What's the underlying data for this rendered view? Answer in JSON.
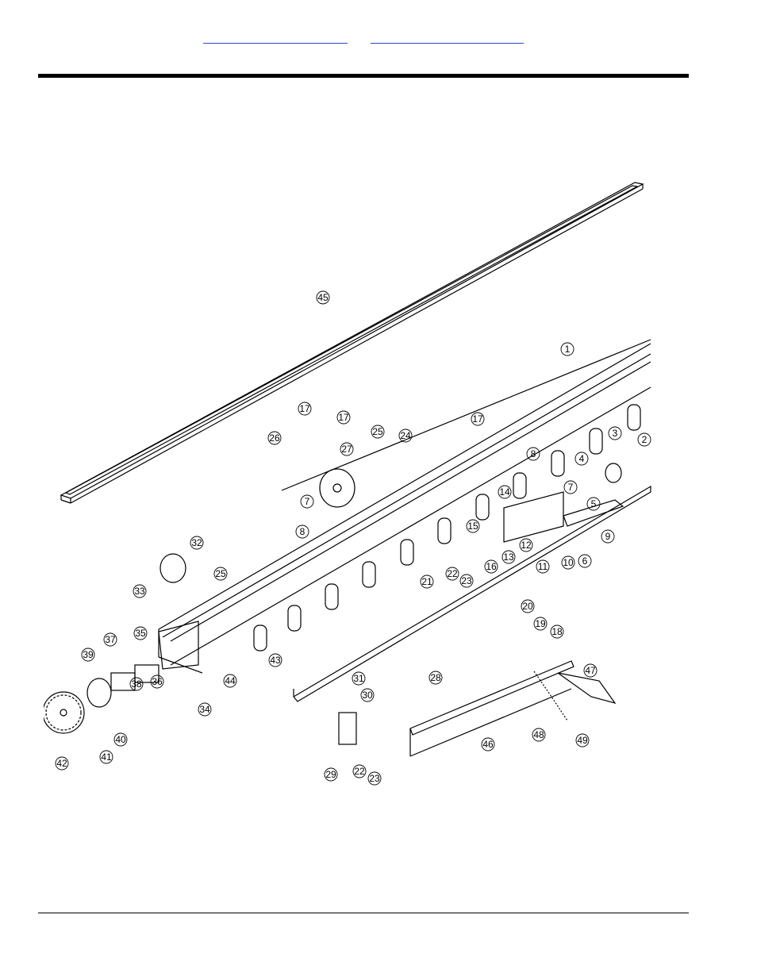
{
  "header": {
    "links": [
      "",
      ""
    ]
  },
  "diagram": {
    "callouts": [
      "1",
      "2",
      "3",
      "4",
      "5",
      "6",
      "7",
      "7",
      "8",
      "8",
      "9",
      "10",
      "11",
      "12",
      "13",
      "14",
      "15",
      "16",
      "17",
      "17",
      "17",
      "18",
      "19",
      "20",
      "21",
      "22",
      "22",
      "23",
      "23",
      "24",
      "25",
      "25",
      "26",
      "27",
      "28",
      "29",
      "30",
      "31",
      "32",
      "33",
      "34",
      "35",
      "36",
      "37",
      "38",
      "39",
      "40",
      "41",
      "42",
      "43",
      "44",
      "45",
      "46",
      "47",
      "48",
      "49"
    ]
  }
}
